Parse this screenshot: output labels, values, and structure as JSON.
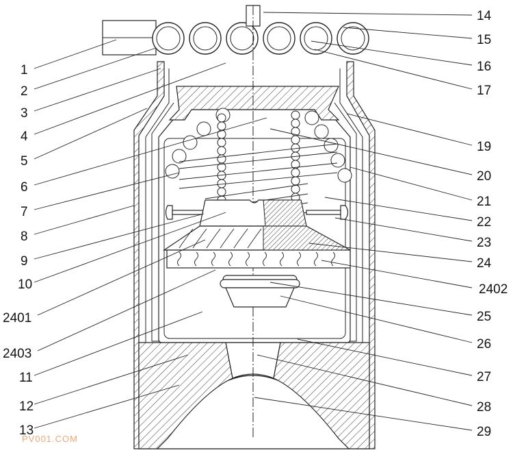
{
  "labels_left": [
    "1",
    "2",
    "3",
    "4",
    "5",
    "6",
    "7",
    "8",
    "9",
    "10",
    "2401",
    "2403",
    "11",
    "12",
    "13"
  ],
  "labels_right": [
    "14",
    "15",
    "16",
    "17",
    "19",
    "20",
    "21",
    "22",
    "23",
    "24",
    "2402",
    "25",
    "26",
    "27",
    "28",
    "29"
  ],
  "watermark": "PV001.COM"
}
